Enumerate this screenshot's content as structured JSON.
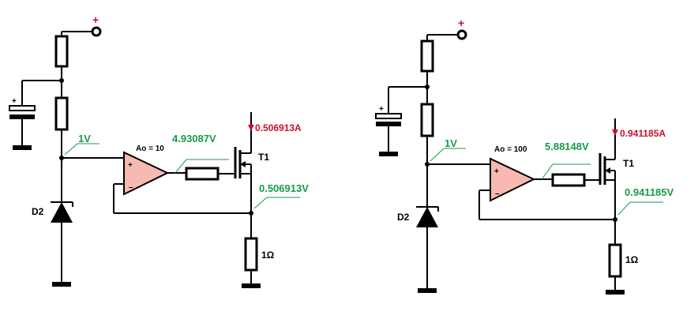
{
  "circuits": [
    {
      "supply_plus": "+",
      "battery_plus": "+",
      "node_voltage": "1V",
      "gain_label": "Ao = 10",
      "opamp_out_voltage": "4.93087V",
      "transistor_label": "T1",
      "drain_current": "0.506913A",
      "source_voltage": "0.506913V",
      "diode_label": "D2",
      "load_resistor": "1Ω",
      "opamp_plus": "+",
      "opamp_minus": "–"
    },
    {
      "supply_plus": "+",
      "battery_plus": "+",
      "node_voltage": "1V",
      "gain_label": "Ao = 100",
      "opamp_out_voltage": "5.88148V",
      "transistor_label": "T1",
      "drain_current": "0.941185A",
      "source_voltage": "0.941185V",
      "diode_label": "D2",
      "load_resistor": "1Ω",
      "opamp_plus": "+",
      "opamp_minus": "–"
    }
  ],
  "colors": {
    "voltage_text": "#1a9a4a",
    "current_text": "#c8102e",
    "opamp_fill": "#f7b9b1"
  }
}
